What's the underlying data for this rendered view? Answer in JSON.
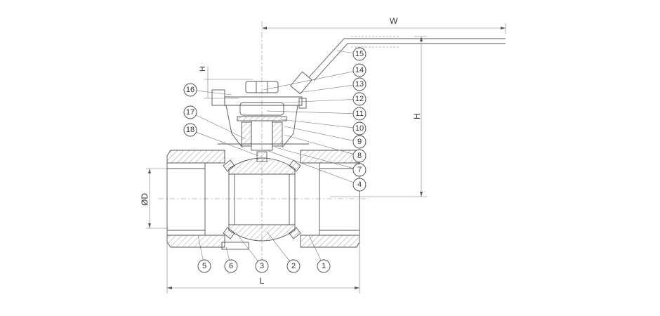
{
  "dimensions": {
    "width_label": "W",
    "handle_height_label": "H",
    "overall_height_label": "H",
    "bore_diameter_label": "ØD",
    "length_label": "L"
  },
  "callouts": [
    "15",
    "14",
    "13",
    "12",
    "11",
    "10",
    "9",
    "8",
    "7",
    "4",
    "16",
    "17",
    "18",
    "5",
    "6",
    "3",
    "2",
    "1"
  ]
}
